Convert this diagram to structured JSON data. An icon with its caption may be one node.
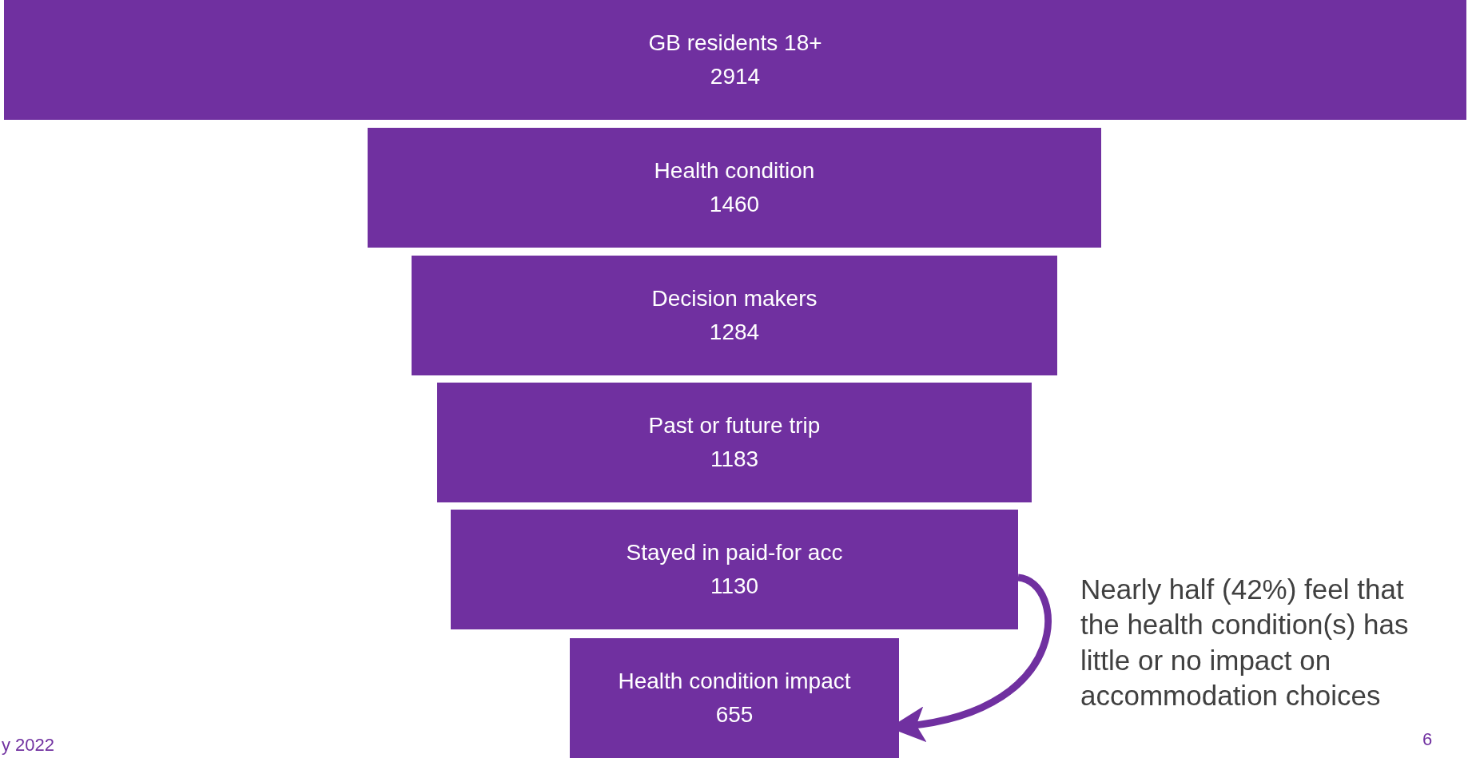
{
  "diagram": {
    "nodes": [
      {
        "text": [
          "GB residents 18+",
          "2914"
        ]
      },
      {
        "text": [
          "Health condition",
          "1460"
        ]
      },
      {
        "text": [
          "Decision makers",
          "1284"
        ]
      },
      {
        "text": [
          "Past or future trip",
          "1183"
        ]
      },
      {
        "text": [
          "Stayed in paid-for acc",
          "1130"
        ]
      },
      {
        "text": [
          "Health condition impact",
          "655"
        ]
      }
    ],
    "edges": [
      {
        "from": 4,
        "to": 5,
        "arrow": "to"
      }
    ],
    "labels": [
      "Nearly half (42%) feel that the health condition(s) has little or no impact on accommodation choices",
      "y 2022",
      "6"
    ]
  }
}
